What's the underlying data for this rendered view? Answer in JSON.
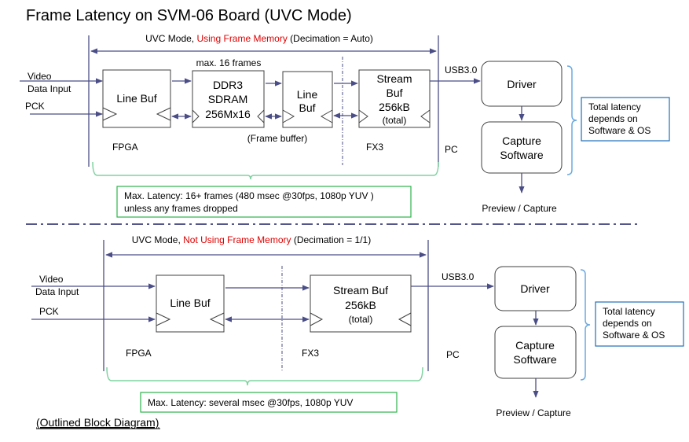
{
  "title": "Frame Latency on SVM-06 Board (UVC Mode)",
  "colors": {
    "line": "#4b4e86",
    "box_border": "#404040",
    "green": "#2db34a",
    "green_brace": "#7fd3a0",
    "blue": "#1f6fb8",
    "blue_brace": "#6aa9e0",
    "highlight": "#e00000"
  },
  "top": {
    "mode_prefix": "UVC Mode, ",
    "mode_highlight": "Using Frame Memory",
    "mode_suffix": " (Decimation = Auto)",
    "input_video_1": "Video",
    "input_video_2": "Data Input",
    "input_pck": "PCK",
    "max_frames": "max. 16 frames",
    "line_buf_1": "Line Buf",
    "ddr_1": "DDR3",
    "ddr_2": "SDRAM",
    "ddr_3": "256Mx16",
    "line_buf_2a": "Line",
    "line_buf_2b": "Buf",
    "stream_1": "Stream",
    "stream_2": "Buf",
    "stream_3": "256kB",
    "stream_4": "(total)",
    "frame_buffer": "(Frame buffer)",
    "fpga": "FPGA",
    "fx3": "FX3",
    "usb": "USB3.0",
    "pc": "PC",
    "driver": "Driver",
    "capture_1": "Capture",
    "capture_2": "Software",
    "preview": "Preview / Capture",
    "total_1": "Total latency",
    "total_2": "depends on",
    "total_3": "Software & OS",
    "latency_1": "Max. Latency: 16+ frames (480 msec @30fps, 1080p YUV )",
    "latency_2": "unless any frames dropped"
  },
  "bottom": {
    "mode_prefix": "UVC Mode, ",
    "mode_highlight": "Not Using Frame Memory",
    "mode_suffix": " (Decimation = 1/1)",
    "input_video_1": "Video",
    "input_video_2": "Data Input",
    "input_pck": "PCK",
    "line_buf": "Line Buf",
    "stream_1": "Stream Buf",
    "stream_2": "256kB",
    "stream_3": "(total)",
    "fpga": "FPGA",
    "fx3": "FX3",
    "usb": "USB3.0",
    "pc": "PC",
    "driver": "Driver",
    "capture_1": "Capture",
    "capture_2": "Software",
    "preview": "Preview / Capture",
    "total_1": "Total latency",
    "total_2": "depends on",
    "total_3": "Software & OS",
    "latency_1": "Max. Latency: several msec @30fps, 1080p YUV"
  },
  "footer": "(Outlined Block Diagram)"
}
